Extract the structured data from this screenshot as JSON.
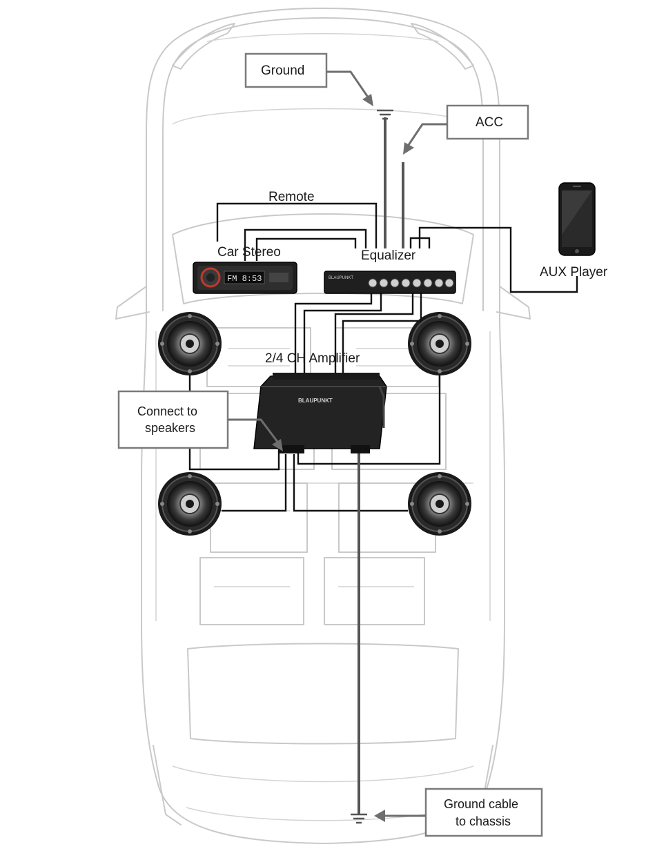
{
  "labels": {
    "ground": "Ground",
    "acc": "ACC",
    "remote": "Remote",
    "car_stereo": "Car Stereo",
    "equalizer": "Equalizer",
    "aux_player": "AUX Player",
    "amplifier": "2/4 CH Amplifier",
    "connect_line1": "Connect to",
    "connect_line2": "speakers",
    "ground_chassis_line1": "Ground cable",
    "ground_chassis_line2": "to chassis"
  },
  "devices": {
    "stereo_display": "FM  8:53",
    "equalizer_brand": "BLAUPUNKT",
    "amplifier_brand": "BLAUPUNKT"
  },
  "colors": {
    "car_outline": "#c9c9c9",
    "wire": "#111111",
    "callout": "#7a7a7a",
    "device_body": "#1f1f1f",
    "stereo_accent": "#c0392b"
  }
}
